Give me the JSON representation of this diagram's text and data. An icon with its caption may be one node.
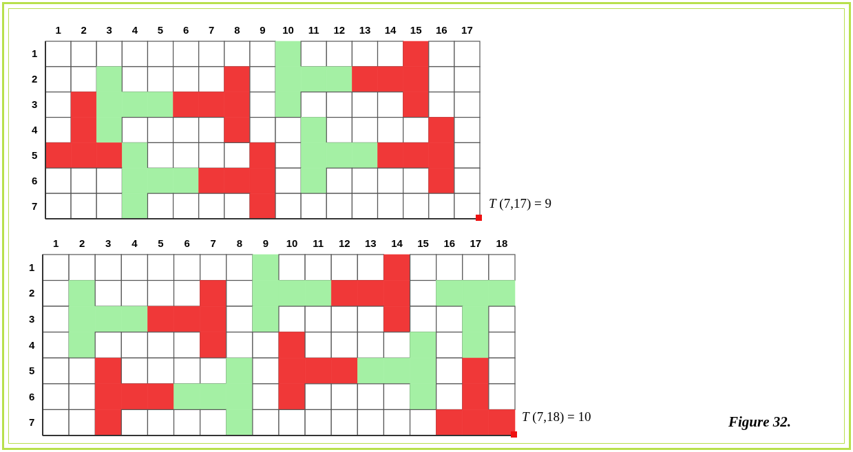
{
  "diagram": {
    "labels": [
      "1",
      "2",
      "3",
      "4",
      "5",
      "6",
      "7",
      "8",
      "9",
      "10",
      "11",
      "12",
      "13",
      "14",
      "15",
      "16",
      "17",
      "1",
      "2",
      "3",
      "4",
      "5",
      "6",
      "7",
      "*T* (7,17) = 9",
      "1",
      "2",
      "3",
      "4",
      "5",
      "6",
      "7",
      "8",
      "9",
      "10",
      "11",
      "12",
      "13",
      "14",
      "15",
      "16",
      "17",
      "18",
      "1",
      "2",
      "3",
      "4",
      "5",
      "6",
      "7",
      "*T* (7,18) = 10",
      "Figure 32."
    ]
  }
}
